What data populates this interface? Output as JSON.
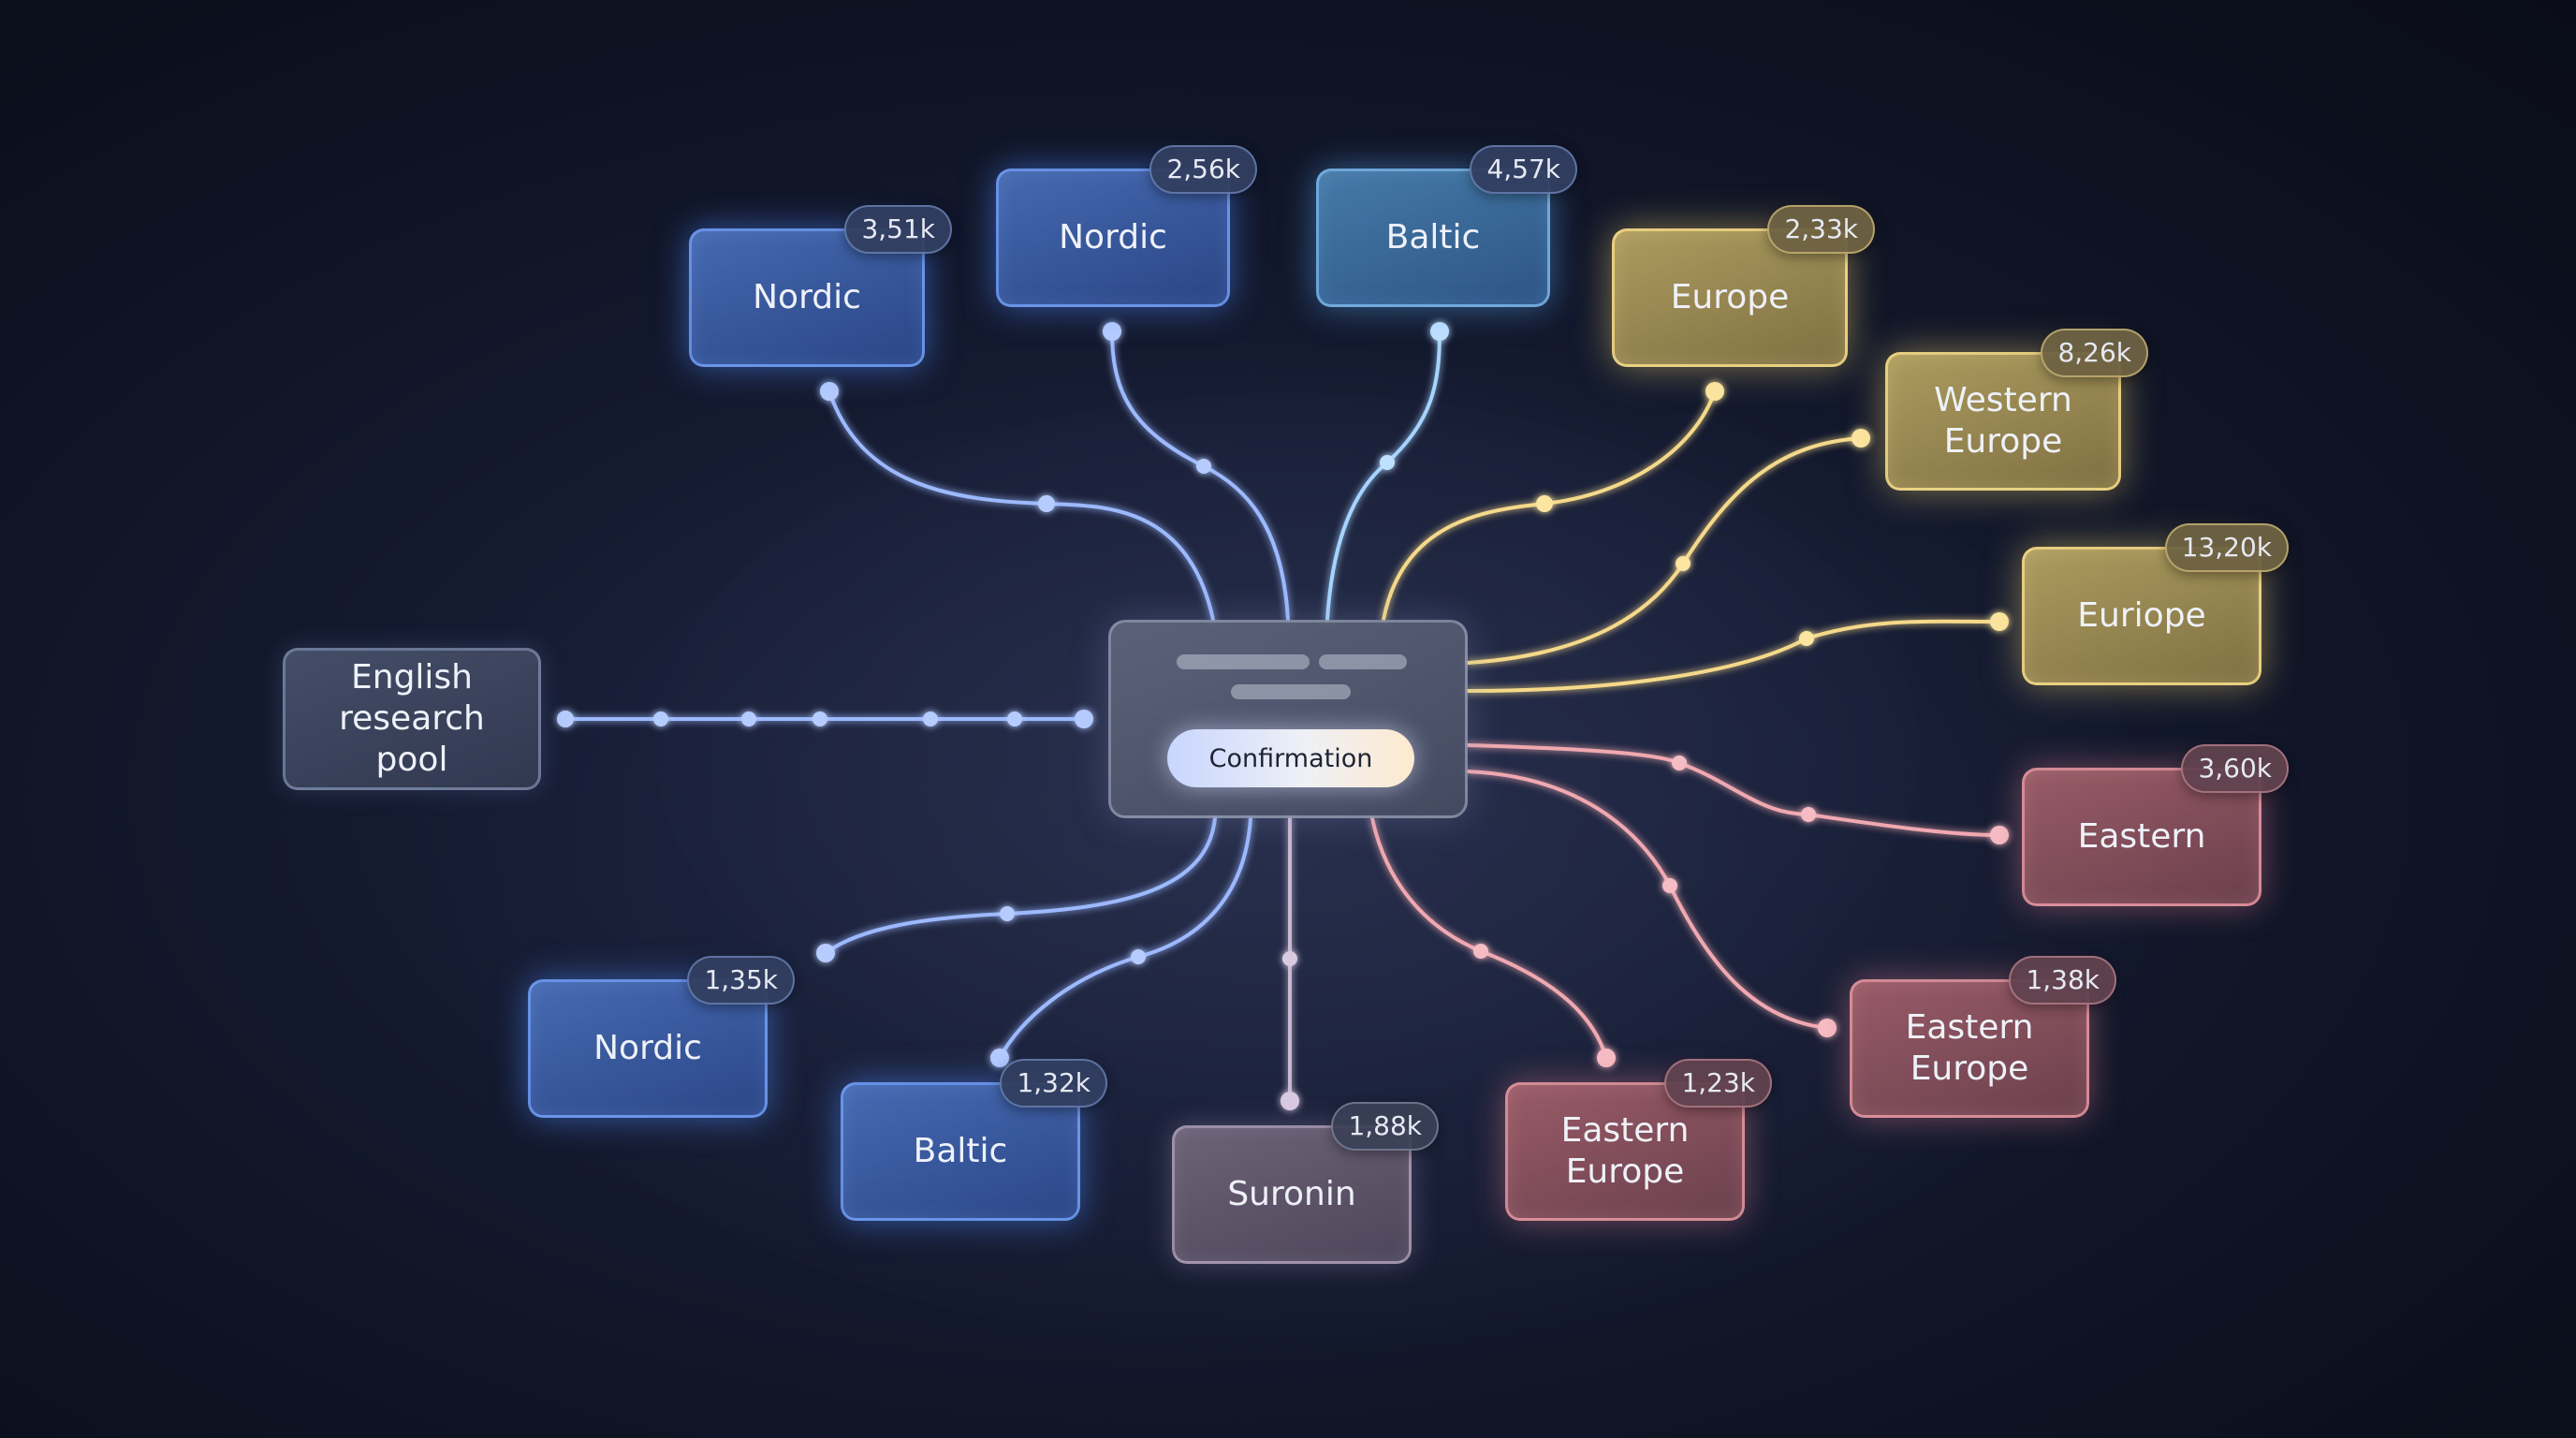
{
  "hub": {
    "button_label": "Confirmation"
  },
  "source": {
    "label": "English\nresearch pool"
  },
  "nodes": [
    {
      "id": "nordic-a",
      "label": "Nordic",
      "count": "3,51k"
    },
    {
      "id": "nordic-b",
      "label": "Nordic",
      "count": "2,56k"
    },
    {
      "id": "baltic-a",
      "label": "Baltic",
      "count": "4,57k"
    },
    {
      "id": "europe-a",
      "label": "Europe",
      "count": "2,33k"
    },
    {
      "id": "western-europe",
      "label": "Western\nEurope",
      "count": "8,26k"
    },
    {
      "id": "europe-b",
      "label": "Euriope",
      "count": "13,20k"
    },
    {
      "id": "eastern",
      "label": "Eastern",
      "count": "3,60k"
    },
    {
      "id": "eastern-europe-a",
      "label": "Eastern\nEurope",
      "count": "1,38k"
    },
    {
      "id": "eastern-europe-b",
      "label": "Eastern\nEurope",
      "count": "1,23k"
    },
    {
      "id": "suronin",
      "label": "Suronin",
      "count": "1,88k"
    },
    {
      "id": "baltic-b",
      "label": "Baltic",
      "count": "1,32k"
    },
    {
      "id": "nordic-c",
      "label": "Nordic",
      "count": "1,35k"
    }
  ],
  "colors": {
    "blue": "#9db9ff",
    "teal": "#a6d4ff",
    "gold": "#f5d98a",
    "rose": "#f0a8b0",
    "mauve": "#c9b8d2"
  }
}
